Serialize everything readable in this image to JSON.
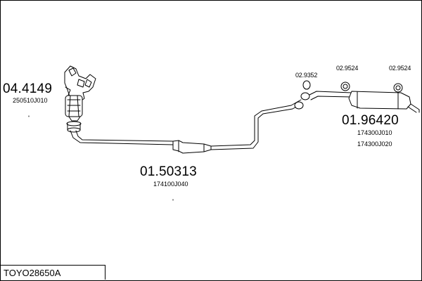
{
  "parts": [
    {
      "number": "04.4149",
      "oem": [
        "250510J010"
      ]
    },
    {
      "number": "01.50313",
      "oem": [
        "174100J040"
      ]
    },
    {
      "number": "01.96420",
      "oem": [
        "174300J010",
        "174300J020"
      ]
    }
  ],
  "small_parts": [
    "02.9352",
    "02.9524",
    "02.9524"
  ],
  "reference": "TOYO28650A"
}
